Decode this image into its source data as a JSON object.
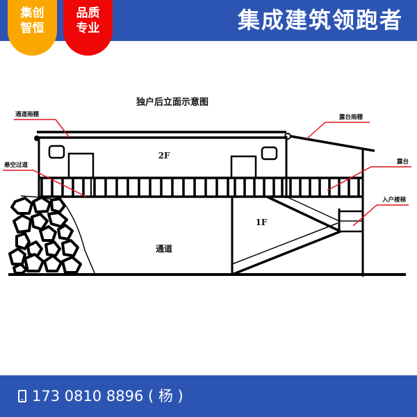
{
  "header": {
    "badges": [
      {
        "line1": "集创",
        "line2": "智恒",
        "color": "#fba701"
      },
      {
        "line1": "品质",
        "line2": "专业",
        "color": "#ef0606"
      }
    ],
    "slogan": "集成建筑领跑者",
    "bar_color": "#2c55b3"
  },
  "diagram": {
    "title": "独户后立面示意图",
    "labels": {
      "corridor_canopy": "通道雨棚",
      "suspended_walkway": "悬空过道",
      "terrace_canopy": "露台雨棚",
      "terrace": "露台",
      "entry_stairs": "入户楼梯",
      "floor_2": "2F",
      "floor_1": "1F",
      "passage": "通道"
    },
    "leader_color": "#e0101a"
  },
  "footer": {
    "phone_icon": "mobile-phone-icon",
    "phone_text": "173 0810 8896 ( 杨 )"
  }
}
